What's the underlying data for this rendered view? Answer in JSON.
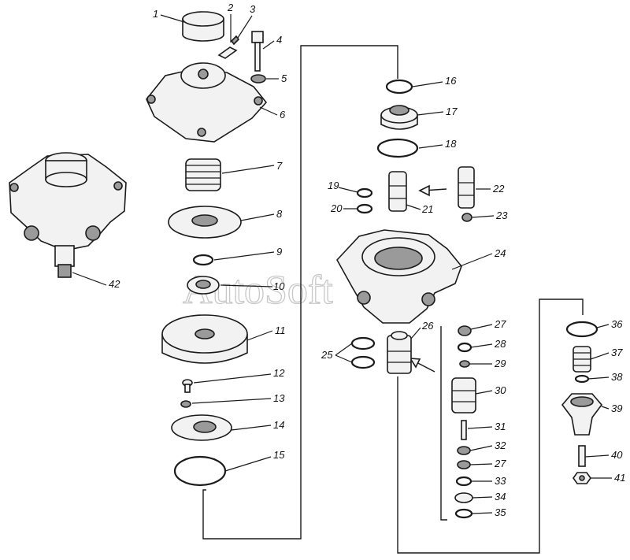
{
  "diagram": {
    "type": "exploded-parts-view",
    "callouts": [
      {
        "id": 1,
        "label": "1"
      },
      {
        "id": 2,
        "label": "2"
      },
      {
        "id": 3,
        "label": "3"
      },
      {
        "id": 4,
        "label": "4"
      },
      {
        "id": 5,
        "label": "5"
      },
      {
        "id": 6,
        "label": "6"
      },
      {
        "id": 7,
        "label": "7"
      },
      {
        "id": 8,
        "label": "8"
      },
      {
        "id": 9,
        "label": "9"
      },
      {
        "id": 10,
        "label": "10"
      },
      {
        "id": 11,
        "label": "11"
      },
      {
        "id": 12,
        "label": "12"
      },
      {
        "id": 13,
        "label": "13"
      },
      {
        "id": 14,
        "label": "14"
      },
      {
        "id": 15,
        "label": "15"
      },
      {
        "id": 16,
        "label": "16"
      },
      {
        "id": 17,
        "label": "17"
      },
      {
        "id": 18,
        "label": "18"
      },
      {
        "id": 19,
        "label": "19"
      },
      {
        "id": 20,
        "label": "20"
      },
      {
        "id": 21,
        "label": "21"
      },
      {
        "id": 22,
        "label": "22"
      },
      {
        "id": 23,
        "label": "23"
      },
      {
        "id": 24,
        "label": "24"
      },
      {
        "id": 25,
        "label": "25"
      },
      {
        "id": 26,
        "label": "26"
      },
      {
        "id": 27,
        "label": "27"
      },
      {
        "id": 28,
        "label": "28"
      },
      {
        "id": 29,
        "label": "29"
      },
      {
        "id": 30,
        "label": "30"
      },
      {
        "id": 31,
        "label": "31"
      },
      {
        "id": 32,
        "label": "32"
      },
      {
        "id": "27b",
        "label": "27"
      },
      {
        "id": 33,
        "label": "33"
      },
      {
        "id": 34,
        "label": "34"
      },
      {
        "id": 35,
        "label": "35"
      },
      {
        "id": 36,
        "label": "36"
      },
      {
        "id": 37,
        "label": "37"
      },
      {
        "id": 38,
        "label": "38"
      },
      {
        "id": 39,
        "label": "39"
      },
      {
        "id": 40,
        "label": "40"
      },
      {
        "id": 41,
        "label": "41"
      },
      {
        "id": 42,
        "label": "42"
      }
    ]
  },
  "watermark": {
    "text": "AutoSoft"
  },
  "colors": {
    "line": "#1a1a1a",
    "fill": "#f2f2f2",
    "shade": "#9a9a9a",
    "watermark": "#c8c8c8"
  }
}
